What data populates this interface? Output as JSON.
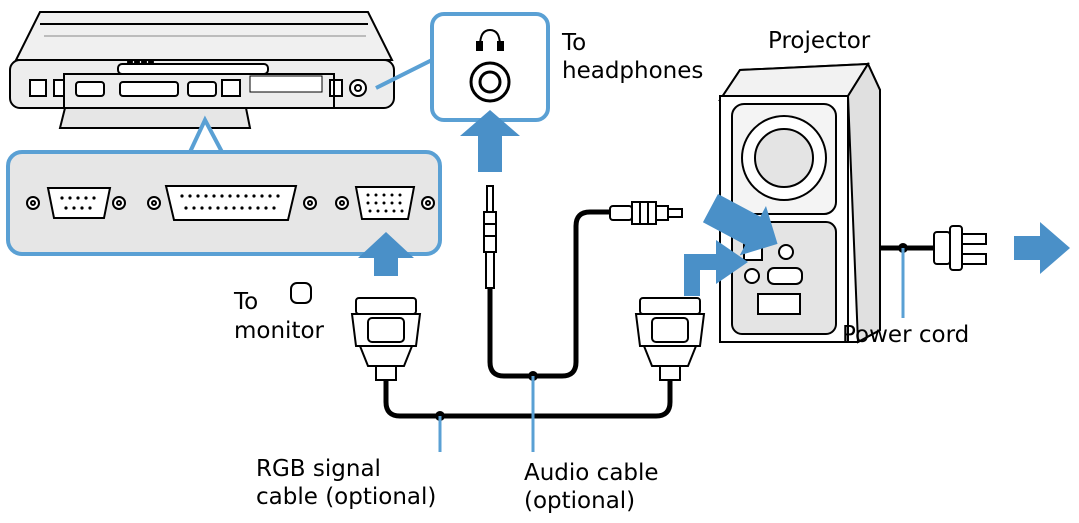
{
  "labels": {
    "headphones_line1": "To",
    "headphones_line2": "headphones",
    "projector": "Projector",
    "monitor_line1": "To",
    "monitor_line2": "monitor",
    "power_cord": "Power cord",
    "rgb_line1": "RGB signal",
    "rgb_line2": "cable (optional)",
    "audio_line1": "Audio cable",
    "audio_line2": "(optional)"
  },
  "icons": {
    "headphones": "headphones-icon",
    "monitor": "monitor-icon",
    "arrow": "blue-arrow-icon"
  },
  "colors": {
    "arrow_blue": "#4a90c8",
    "callout_border": "#5aa0d4",
    "panel_fill": "#e6e6e6",
    "cable": "#000000"
  }
}
